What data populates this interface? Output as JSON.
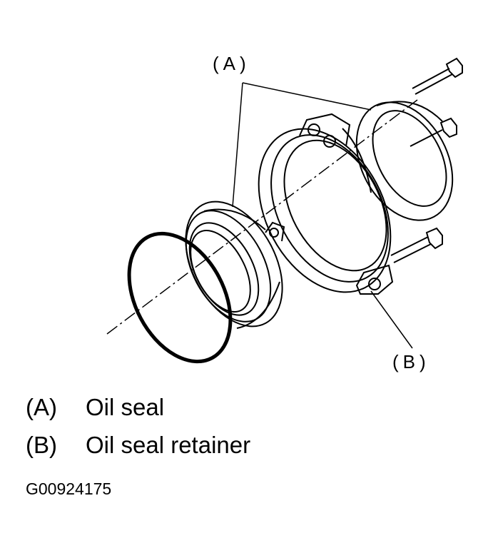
{
  "diagram": {
    "callout_a": "(A)",
    "callout_b": "(B)"
  },
  "legend": [
    {
      "code": "(A)",
      "label": "Oil seal"
    },
    {
      "code": "(B)",
      "label": "Oil seal retainer"
    }
  ],
  "figure_id": "G00924175"
}
